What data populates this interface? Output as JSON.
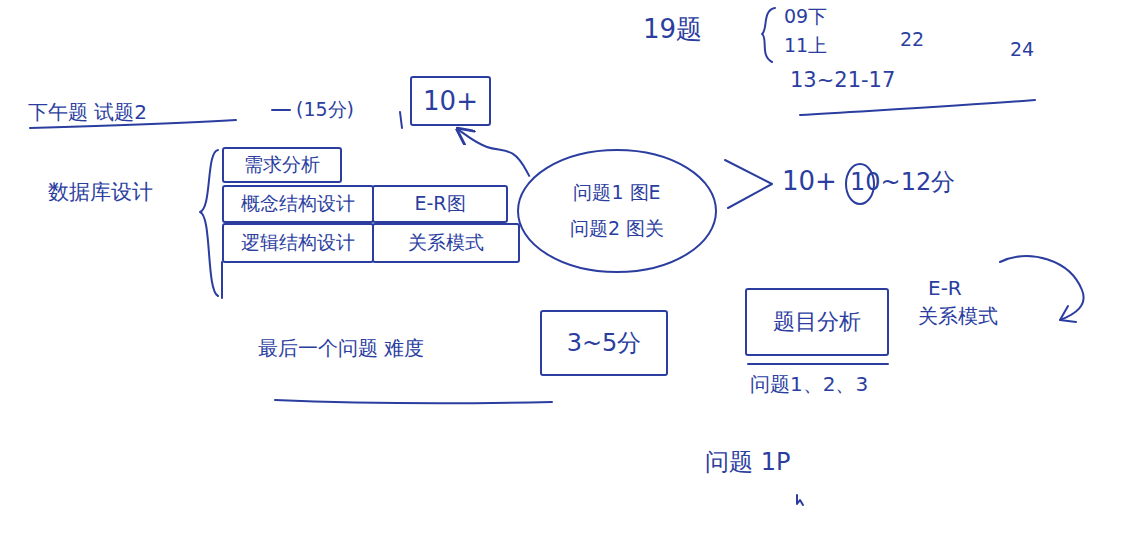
{
  "diagram": {
    "nodes": [
      {
        "text": [
          "10+"
        ]
      },
      {
        "text": [
          "需求分析"
        ]
      },
      {
        "text": [
          "概念结构设计"
        ]
      },
      {
        "text": [
          "E-R图"
        ]
      },
      {
        "text": [
          "逻辑结构设计"
        ]
      },
      {
        "text": [
          "关系模式"
        ]
      },
      {
        "text": [
          "问题1 图E",
          "问题2 图关"
        ]
      },
      {
        "text": [
          "3~5分"
        ]
      },
      {
        "text": [
          "题目分析"
        ]
      }
    ],
    "edges": [
      {
        "from": 6,
        "to": 0,
        "arrow": "to"
      }
    ],
    "labels": [
      "19题",
      "09下",
      "11上",
      "22",
      "13~21-17",
      "24",
      "下午题 试题2",
      "(15分)",
      "数据库设计",
      "10+",
      "10~12分",
      "最后一个问题 难度",
      "问题1、2、3",
      "E-R",
      "关系模式",
      "问题 1P"
    ]
  }
}
